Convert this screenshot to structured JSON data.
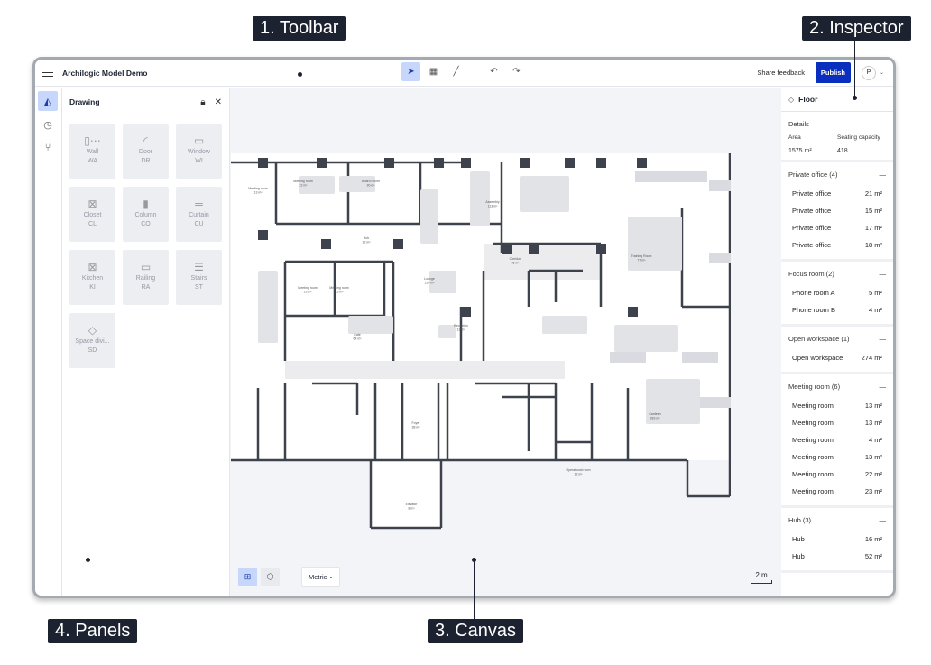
{
  "callouts": {
    "toolbar": "1. Toolbar",
    "inspector": "2. Inspector",
    "canvas": "3. Canvas",
    "panels": "4. Panels"
  },
  "header": {
    "title": "Archilogic Model Demo",
    "share_feedback": "Share feedback",
    "publish": "Publish",
    "avatar": "P",
    "tools": [
      "select-icon",
      "area-icon",
      "line-icon",
      "undo-icon",
      "redo-icon"
    ]
  },
  "colors": {
    "accent": "#0a2fbf",
    "active_bg": "#c7d7fb",
    "wall": "#3d424d",
    "canvas_bg": "#f3f4f7"
  },
  "panel": {
    "title": "Drawing",
    "items": [
      {
        "label": "Wall",
        "code": "WA",
        "icon": "▯⋯"
      },
      {
        "label": "Door",
        "code": "DR",
        "icon": "◜"
      },
      {
        "label": "Window",
        "code": "WI",
        "icon": "▭"
      },
      {
        "label": "Closet",
        "code": "CL",
        "icon": "⊠"
      },
      {
        "label": "Column",
        "code": "CO",
        "icon": "▮"
      },
      {
        "label": "Curtain",
        "code": "CU",
        "icon": "═"
      },
      {
        "label": "Kitchen",
        "code": "KI",
        "icon": "⊠"
      },
      {
        "label": "Railing",
        "code": "RA",
        "icon": "▭"
      },
      {
        "label": "Stairs",
        "code": "ST",
        "icon": "☰"
      },
      {
        "label": "Space divi...",
        "code": "SD",
        "icon": "◇"
      }
    ]
  },
  "canvas": {
    "metric": "Metric",
    "scale": "2 m",
    "rooms": [
      {
        "name": "Meeting room",
        "area": "13 m²"
      },
      {
        "name": "Meeting room",
        "area": "22 m²"
      },
      {
        "name": "Board Room",
        "area": "30 m²"
      },
      {
        "name": "Assembly",
        "area": "113 m²"
      },
      {
        "name": "Hub",
        "area": "32 m²"
      },
      {
        "name": "Meeting room",
        "area": "13 m²"
      },
      {
        "name": "Meeting room",
        "area": "13 m²"
      },
      {
        "name": "Lounge",
        "area": "134 m²"
      },
      {
        "name": "Cafe",
        "area": "64 m²"
      },
      {
        "name": "Reception",
        "area": "13 m²"
      },
      {
        "name": "Training Room",
        "area": "77 m²"
      },
      {
        "name": "Corridor",
        "area": "36 m²"
      },
      {
        "name": "Foyer",
        "area": "38 m²"
      },
      {
        "name": "Canteen",
        "area": "283 m²"
      },
      {
        "name": "Operational room",
        "area": "12 m²"
      },
      {
        "name": "Elevator",
        "area": "8 m²"
      }
    ]
  },
  "inspector": {
    "title": "Floor",
    "details": {
      "title": "Details",
      "area_label": "Area",
      "area": "1575 m²",
      "seating_label": "Seating capacity",
      "seating": "418"
    },
    "sections": [
      {
        "title": "Private office (4)",
        "rows": [
          [
            "Private office",
            "21 m²"
          ],
          [
            "Private office",
            "15 m²"
          ],
          [
            "Private office",
            "17 m²"
          ],
          [
            "Private office",
            "18 m²"
          ]
        ]
      },
      {
        "title": "Focus room (2)",
        "rows": [
          [
            "Phone room A",
            "5 m²"
          ],
          [
            "Phone room B",
            "4 m²"
          ]
        ]
      },
      {
        "title": "Open workspace (1)",
        "rows": [
          [
            "Open workspace",
            "274 m²"
          ]
        ]
      },
      {
        "title": "Meeting room (6)",
        "rows": [
          [
            "Meeting room",
            "13 m²"
          ],
          [
            "Meeting room",
            "13 m²"
          ],
          [
            "Meeting room",
            "4 m²"
          ],
          [
            "Meeting room",
            "13 m²"
          ],
          [
            "Meeting room",
            "22 m²"
          ],
          [
            "Meeting room",
            "23 m²"
          ]
        ]
      },
      {
        "title": "Hub (3)",
        "rows": [
          [
            "Hub",
            "16 m²"
          ],
          [
            "Hub",
            "52 m²"
          ]
        ]
      }
    ]
  }
}
